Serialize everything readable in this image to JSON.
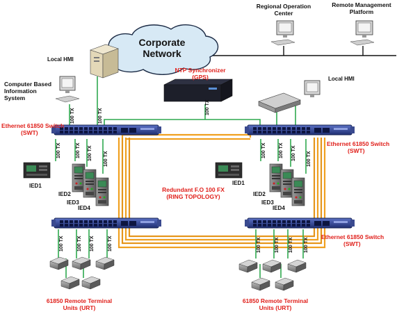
{
  "labels": {
    "regional_center": [
      "Regional Operation",
      "Center"
    ],
    "remote_platform": [
      "Remote Management",
      "Platform"
    ],
    "corporate_network": [
      "Corporate",
      "Network"
    ],
    "local_hmi_left": "Local HMI",
    "local_hmi_right": "Local HMI",
    "cbis": [
      "Computer Based",
      "Information",
      "System"
    ],
    "ntp": [
      "NTP Synchronizer",
      "(GPS)"
    ],
    "switch_tl": [
      "Ethernet 61850 Switch",
      "(SWT)"
    ],
    "switch_tr": [
      "Ethernet 61850 Switch",
      "(SWT)"
    ],
    "switch_br": [
      "Ethernet 61850 Switch",
      "(SWT)"
    ],
    "redundant": [
      "Redundant F.O 100 FX",
      "(RING TOPOLOGY)"
    ],
    "urt_left": [
      "61850 Remote Terminal",
      "Units (URT)"
    ],
    "urt_right": [
      "61850 Remote Terminal",
      "Units (URT)"
    ],
    "ied_left": [
      "IED1",
      "IED2",
      "IED3",
      "IED4"
    ],
    "ied_right": [
      "IED1",
      "IED2",
      "IED3",
      "IED4"
    ],
    "link_label": "100 TX"
  },
  "colors": {
    "label_red": "#e0201b",
    "fiber_orange": "#f0a020",
    "copper_green": "#2fa84f",
    "switch_blue": "#2b3f8f"
  }
}
